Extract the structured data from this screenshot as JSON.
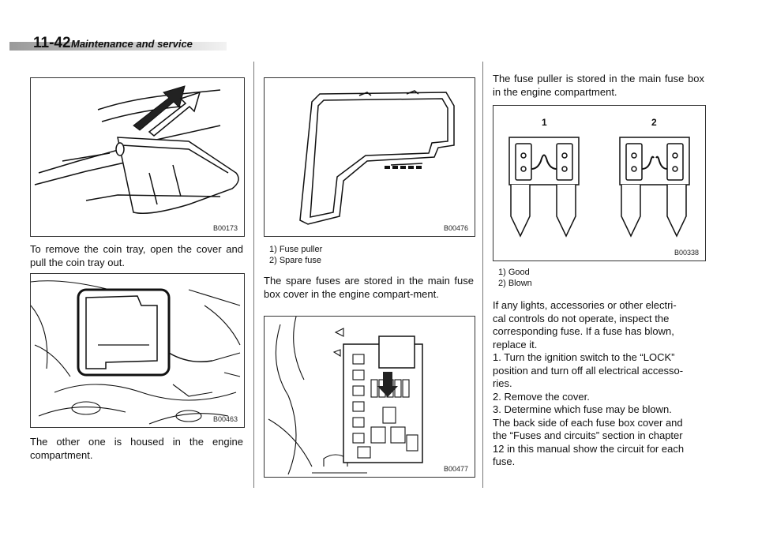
{
  "header": {
    "page_number": "11-42",
    "section_title": "Maintenance and service"
  },
  "col1": {
    "fig1": {
      "code": "B00173"
    },
    "para1": "To remove the coin tray, open the cover and pull the coin tray out.",
    "fig2": {
      "code": "B00463"
    },
    "para2": "The other one is housed in the engine compartment."
  },
  "col2": {
    "fig3": {
      "code": "B00476"
    },
    "legend": [
      "1)  Fuse puller",
      "2)  Spare fuse"
    ],
    "para1": "The spare fuses are stored in the main fuse box cover in the engine compart-ment.",
    "fig4": {
      "code": "B00477"
    }
  },
  "col3": {
    "para1": "The fuse puller is stored in the main fuse box in the engine compartment.",
    "fig5": {
      "code": "B00338",
      "label1": "1",
      "label2": "2"
    },
    "legend": [
      "1)  Good",
      "2)  Blown"
    ],
    "para2_lines": [
      "If any lights, accessories or other electri-",
      "cal controls do not operate, inspect the",
      "corresponding fuse. If a fuse has blown,",
      "replace it.",
      "1.  Turn the ignition switch to the “LOCK”",
      "position and turn off all electrical accesso-",
      "ries.",
      "2.  Remove the cover.",
      "3.  Determine which fuse may be blown.",
      "The back side of each fuse box cover and",
      "the “Fuses and circuits” section in chapter",
      "12 in this manual show the circuit for each",
      "fuse."
    ]
  }
}
